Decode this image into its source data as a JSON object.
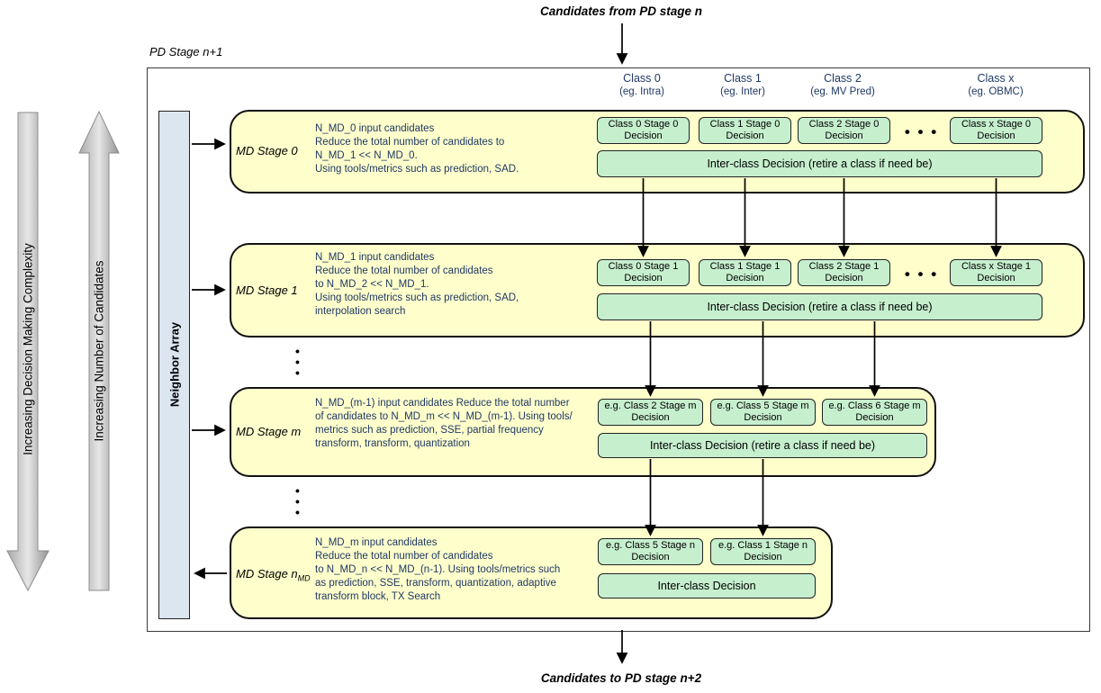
{
  "title_top": "Candidates from PD stage n",
  "title_bottom": "Candidates to PD stage n+2",
  "outer": {
    "label": "PD Stage n+1"
  },
  "side": {
    "complexity_arrow_label": "Increasing Decision Making Complexity",
    "candidates_arrow_label": "Increasing Number of Candidates",
    "neighbor_array_label": "Neighbor Array"
  },
  "colors": {
    "stage_bg": "#FFFFCC",
    "decision_bg": "#C6EFCE",
    "neighbor_bg": "#DCE6F1",
    "blue_text": "#1F3864",
    "arrow_gray": "#BDBDBD"
  },
  "dots": {
    "horizontal": "• • •",
    "vertical": "•\n•\n•"
  },
  "class_headers": [
    {
      "name": "Class 0",
      "example": "(eg. Intra)"
    },
    {
      "name": "Class 1",
      "example": "(eg. Inter)"
    },
    {
      "name": "Class 2",
      "example": "(eg. MV Pred)"
    },
    {
      "name": "Class x",
      "example": "(eg. OBMC)"
    }
  ],
  "stages": [
    {
      "label": "MD Stage 0",
      "description": "N_MD_0 input candidates\nReduce the total number of candidates to\nN_MD_1 << N_MD_0.\nUsing tools/metrics such as prediction, SAD.",
      "decisions": [
        "Class 0 Stage 0 Decision",
        "Class 1 Stage 0 Decision",
        "Class 2 Stage 0 Decision",
        "Class x Stage 0 Decision"
      ],
      "inter_class": "Inter-class Decision (retire a class if need be)"
    },
    {
      "label": "MD Stage 1",
      "description": "N_MD_1 input candidates\nReduce the total number of candidates\nto N_MD_2 << N_MD_1.\nUsing tools/metrics such as prediction, SAD,\ninterpolation search",
      "decisions": [
        "Class 0 Stage 1 Decision",
        "Class 1 Stage 1 Decision",
        "Class 2 Stage 1 Decision",
        "Class x Stage 1 Decision"
      ],
      "inter_class": "Inter-class Decision (retire a class if need be)"
    },
    {
      "label": "MD Stage m",
      "description": "N_MD_(m-1) input candidates Reduce the total number\nof candidates to N_MD_m << N_MD_(m-1). Using tools/\nmetrics such as prediction, SSE, partial frequency\ntransform, transform, quantization",
      "decisions": [
        "e.g. Class 2 Stage m Decision",
        "e.g. Class 5 Stage m Decision",
        "e.g. Class 6 Stage m Decision"
      ],
      "inter_class": "Inter-class Decision (retire a class if need be)"
    },
    {
      "label": "MD Stage n",
      "label_sub": "MD",
      "description": "N_MD_m input candidates\nReduce the total number of candidates\nto N_MD_n << N_MD_(n-1). Using tools/metrics such\nas prediction, SSE, transform, quantization, adaptive\ntransform block, TX Search",
      "decisions": [
        "e.g. Class 5 Stage n Decision",
        "e.g. Class 1 Stage n Decision"
      ],
      "inter_class": "Inter-class Decision"
    }
  ]
}
